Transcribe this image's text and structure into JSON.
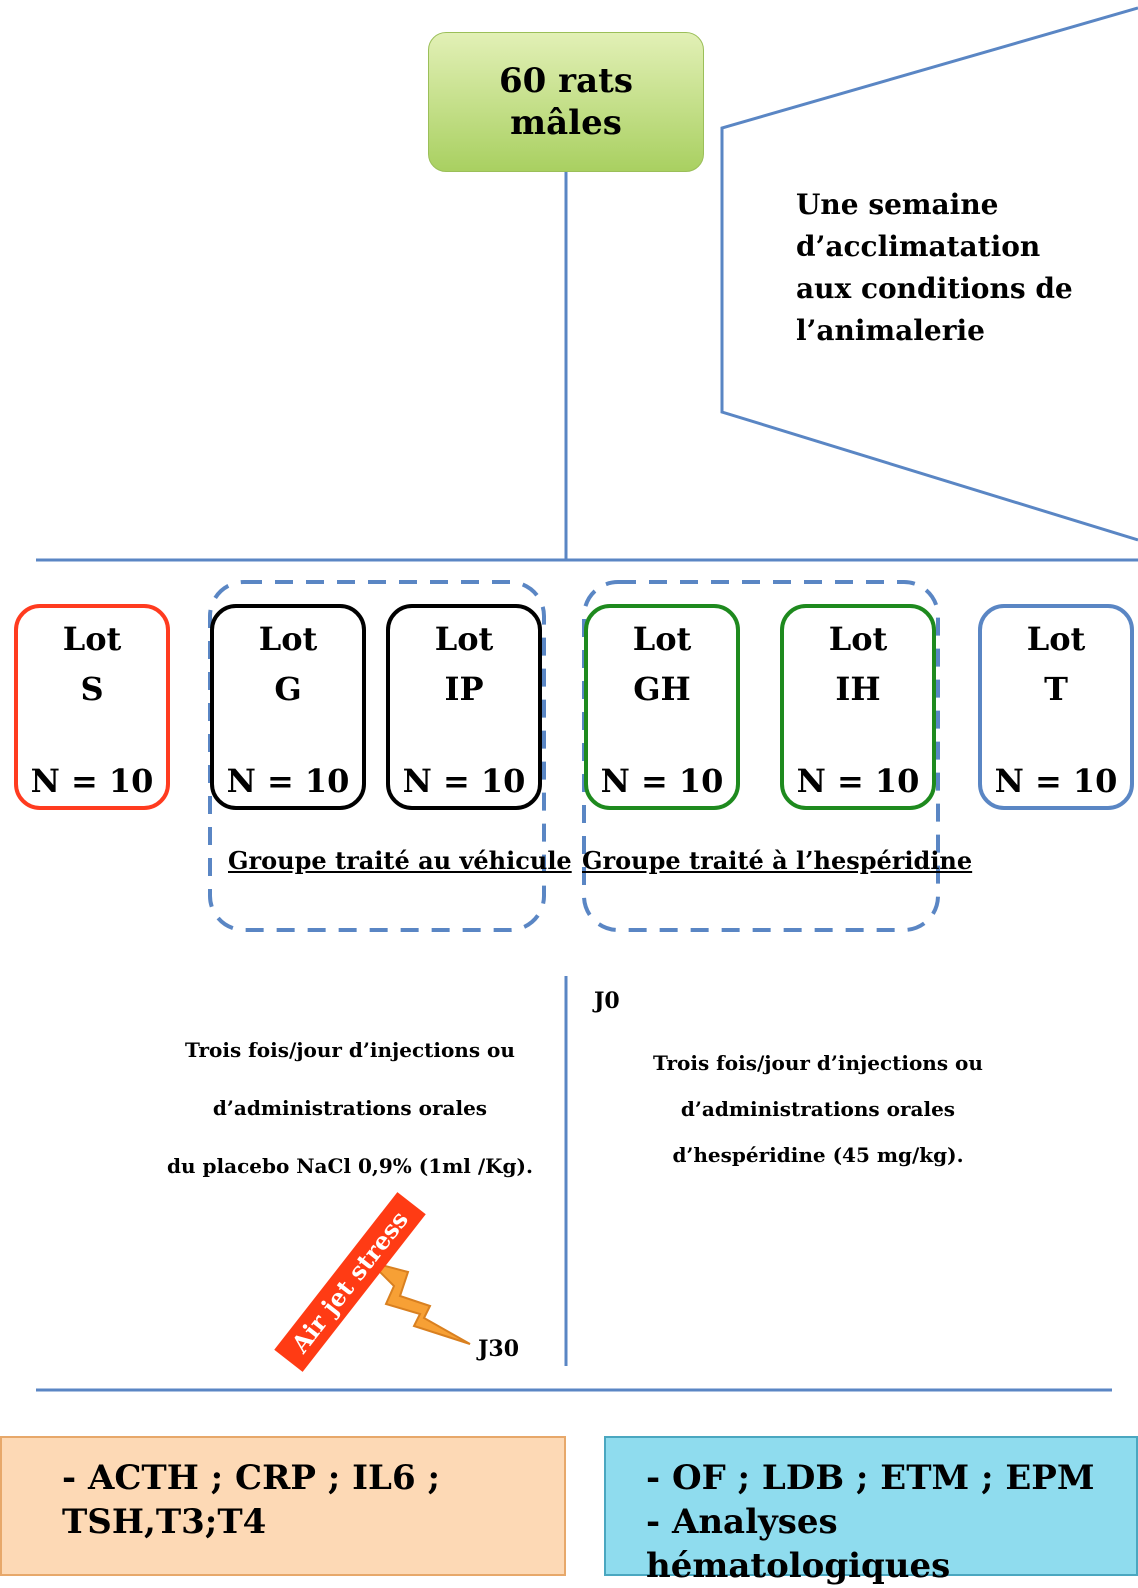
{
  "top_box": {
    "line1": "60 rats",
    "line2": "mâles"
  },
  "callout": {
    "lines": [
      "Une semaine",
      "d’acclimatation",
      "aux conditions de",
      "l’animalerie"
    ]
  },
  "lots": [
    {
      "name": "Lot",
      "code": "S",
      "count": "N = 10",
      "color": "#ff3b1f"
    },
    {
      "name": "Lot",
      "code": "G",
      "count": "N = 10",
      "color": "#000000"
    },
    {
      "name": "Lot",
      "code": "IP",
      "count": "N = 10",
      "color": "#000000"
    },
    {
      "name": "Lot",
      "code": "GH",
      "count": "N = 10",
      "color": "#1e8a1e"
    },
    {
      "name": "Lot",
      "code": "IH",
      "count": "N = 10",
      "color": "#1e8a1e"
    },
    {
      "name": "Lot",
      "code": "T",
      "count": "N = 10",
      "color": "#5a86c4"
    }
  ],
  "groups": {
    "vehicle": "Groupe traité au véhicule",
    "hesperidin": "Groupe traité à l’hespéridine"
  },
  "timeline": {
    "start": "J0",
    "end": "J30"
  },
  "treatment_left": [
    "Trois fois/jour d’injections ou",
    "d’administrations orales",
    "du placebo NaCl 0,9% (1ml /Kg)."
  ],
  "treatment_right": [
    "Trois fois/jour d’injections ou",
    "d’administrations orales",
    "d’hespéridine (45 mg/kg)."
  ],
  "stress_label": "Air jet stress",
  "bottom_left": [
    "- ACTH ; CRP ; IL6 ;",
    "TSH,T3;T4"
  ],
  "bottom_right": [
    "- OF ; LDB ; ETM ; EPM",
    "- Analyses hématologiques"
  ],
  "colors": {
    "line": "#5a86c4",
    "orange_box": "#fdd9b5",
    "blue_box": "#8fdcee"
  }
}
